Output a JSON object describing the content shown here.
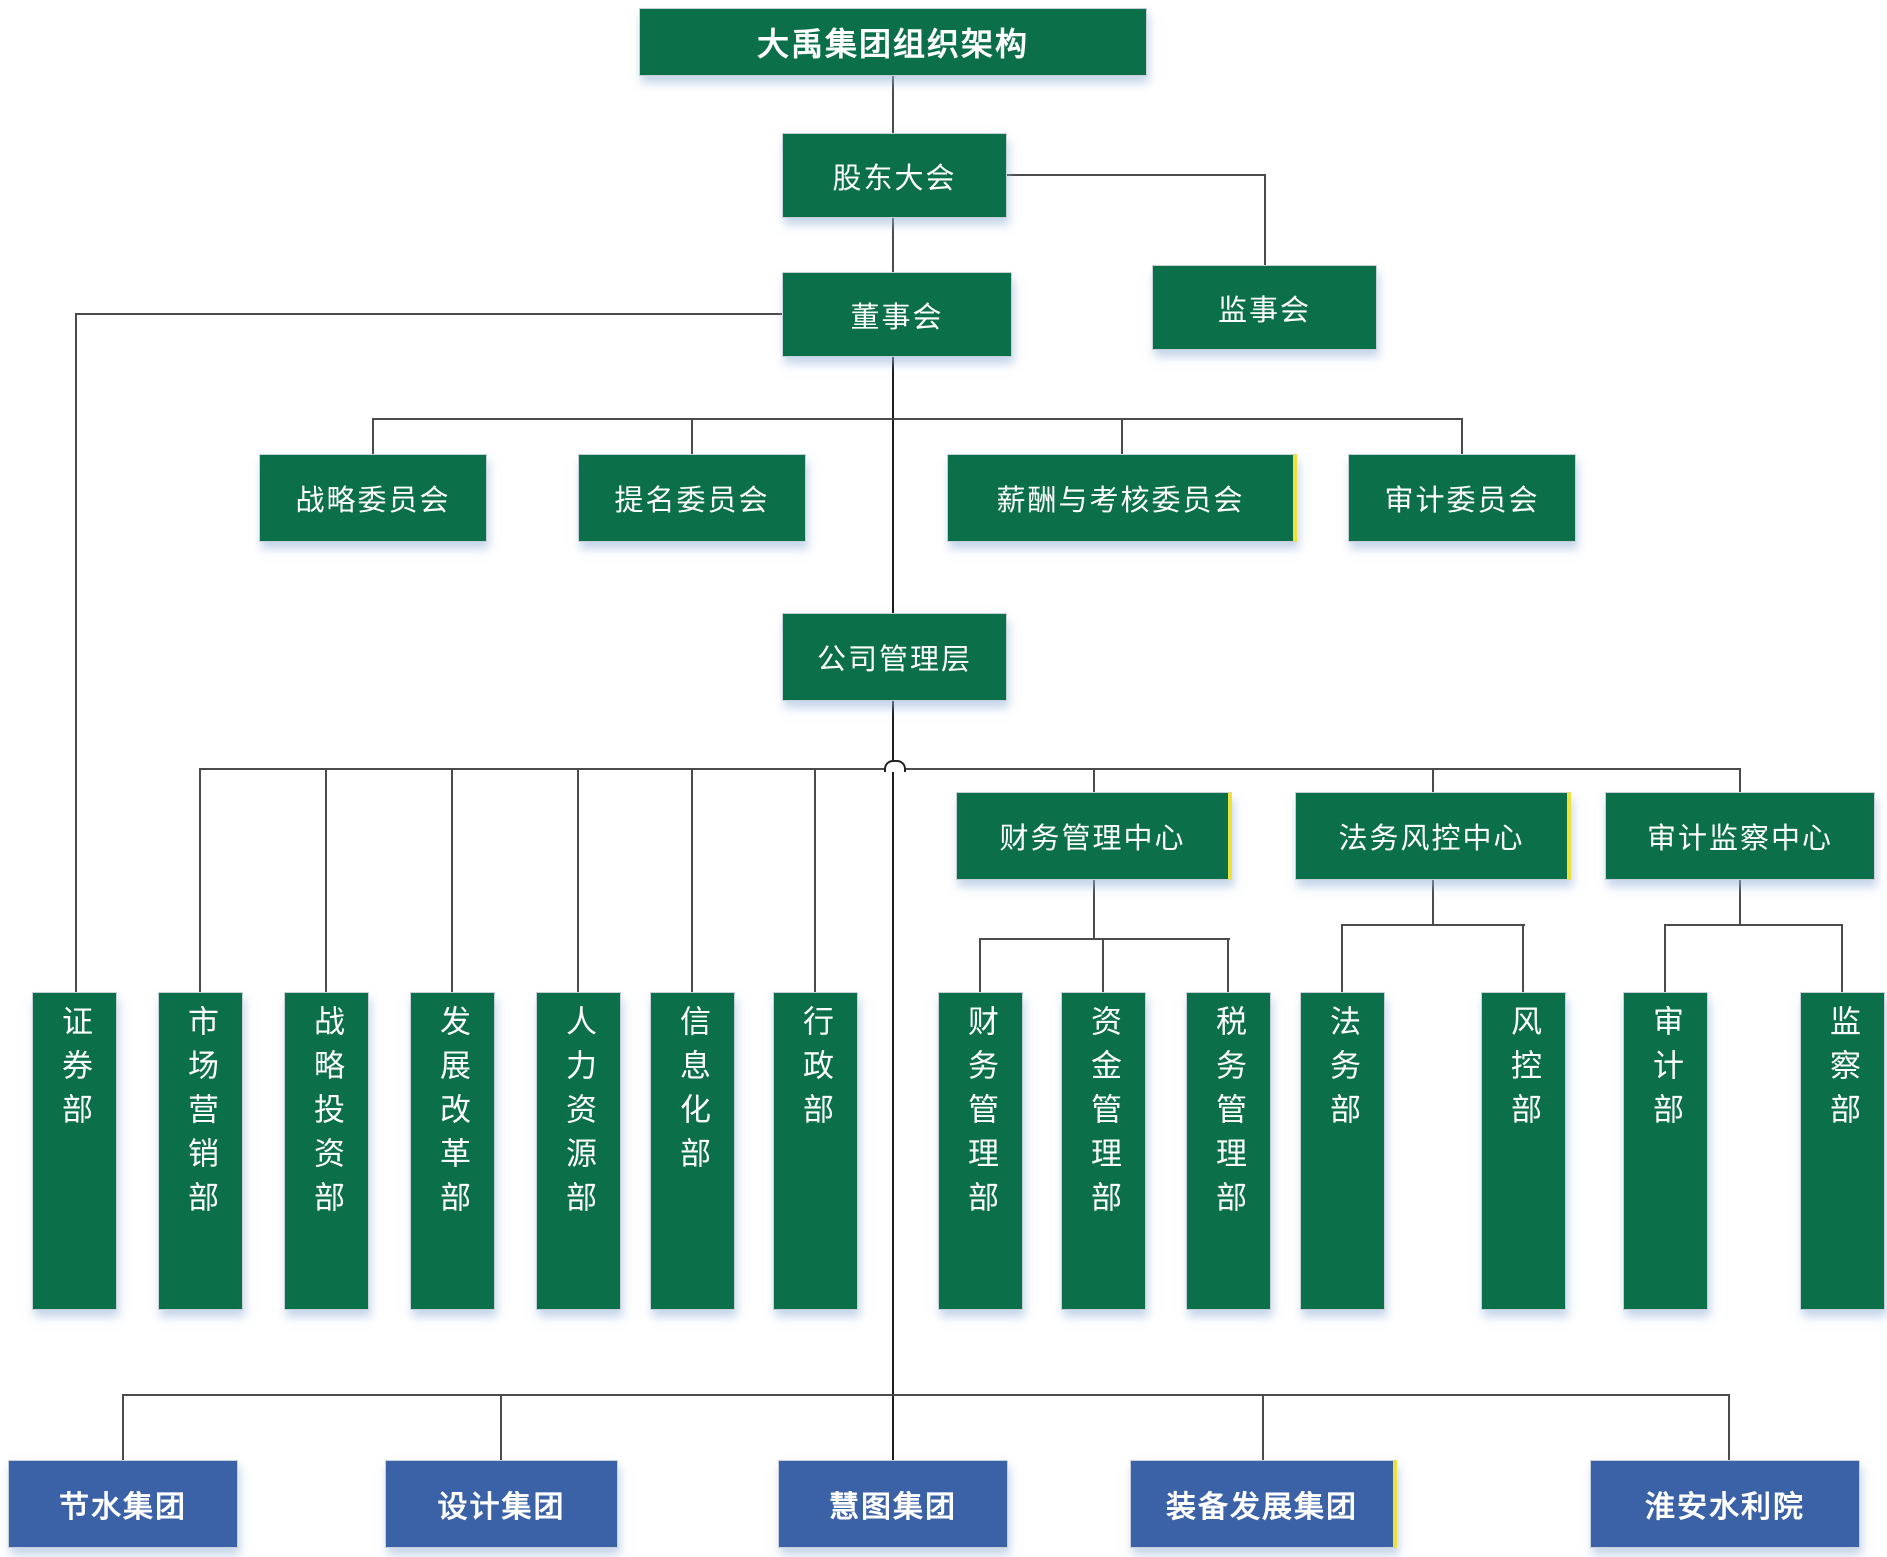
{
  "org": {
    "title": "大禹集团组织架构",
    "shareholders": "股东大会",
    "board": "董事会",
    "supervisory": "监事会",
    "committees": {
      "strategy": "战略委员会",
      "nomination": "提名委员会",
      "compensation": "薪酬与考核委员会",
      "audit": "审计委员会"
    },
    "management": "公司管理层",
    "departments": {
      "securities": "证券部",
      "marketing": "市场营销部",
      "strategy_investment": "战略投资部",
      "development_reform": "发展改革部",
      "human_resources": "人力资源部",
      "information": "信息化部",
      "administration": "行政部"
    },
    "centers": {
      "finance": "财务管理中心",
      "legal_risk": "法务风控中心",
      "audit_supervision": "审计监察中心"
    },
    "center_departments": {
      "finance_mgmt": "财务管理部",
      "capital_mgmt": "资金管理部",
      "tax_mgmt": "税务管理部",
      "legal": "法务部",
      "risk_control": "风控部",
      "audit": "审计部",
      "supervision": "监察部"
    },
    "subsidiaries": {
      "water_saving": "节水集团",
      "design": "设计集团",
      "huitu": "慧图集团",
      "equipment": "装备发展集团",
      "huaian": "淮安水利院"
    }
  },
  "colors": {
    "box_green": "#0B7049",
    "box_blue": "#3B61A6",
    "highlight_yellow": "#EFE13B",
    "line": "#4b4b4b"
  }
}
